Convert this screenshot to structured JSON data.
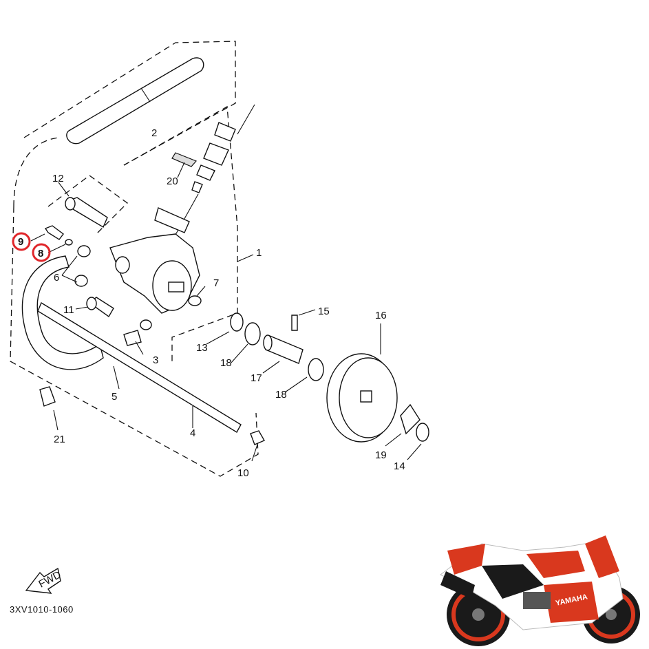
{
  "diagram": {
    "callouts": [
      "1",
      "2",
      "3",
      "4",
      "5",
      "6",
      "7",
      "8",
      "9",
      "10",
      "11",
      "12",
      "13",
      "14",
      "15",
      "16",
      "17",
      "18",
      "18",
      "19",
      "20",
      "21"
    ],
    "highlighted": [
      "9",
      "8"
    ],
    "highlight_color": "#e0262a",
    "fwd_label": "FWD",
    "diagram_code": "3XV1010-1060"
  },
  "photo": {
    "brand_text": "YAMAHA",
    "colors": {
      "body": "#ffffff",
      "red": "#d9381e",
      "black": "#1a1a1a"
    }
  }
}
